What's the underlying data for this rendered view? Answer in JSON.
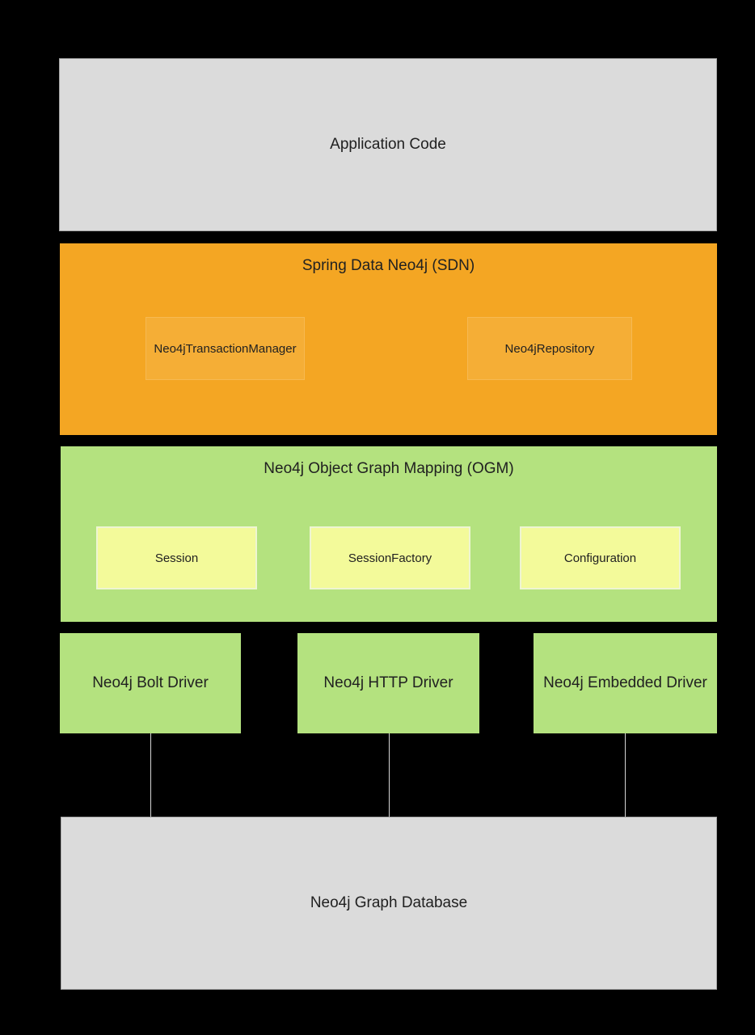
{
  "canvas": {
    "background": "#000000"
  },
  "colors": {
    "sdn_orange": "#f4a623",
    "ogm_green": "#b4e27f",
    "component_yellow": "#f3fa9a",
    "component_yellow_border": "#eef5d2",
    "endpoint_gray": "#dbdbdb",
    "endpoint_gray_border": "#a6a6a6",
    "connector_line": "#d6d6d6",
    "text": "#212121"
  },
  "diagram": {
    "application": {
      "label": "Application Code"
    },
    "sdn": {
      "title": "Spring Data Neo4j (SDN)",
      "components": [
        {
          "label": "Neo4jTransactionManager"
        },
        {
          "label": "Neo4jRepository"
        }
      ]
    },
    "ogm": {
      "title": "Neo4j Object Graph Mapping (OGM)",
      "components": [
        {
          "label": "Session"
        },
        {
          "label": "SessionFactory"
        },
        {
          "label": "Configuration"
        }
      ]
    },
    "drivers": [
      {
        "label": "Neo4j Bolt Driver"
      },
      {
        "label": "Neo4j HTTP Driver"
      },
      {
        "label": "Neo4j Embedded Driver"
      }
    ],
    "database": {
      "label": "Neo4j Graph Database"
    }
  }
}
